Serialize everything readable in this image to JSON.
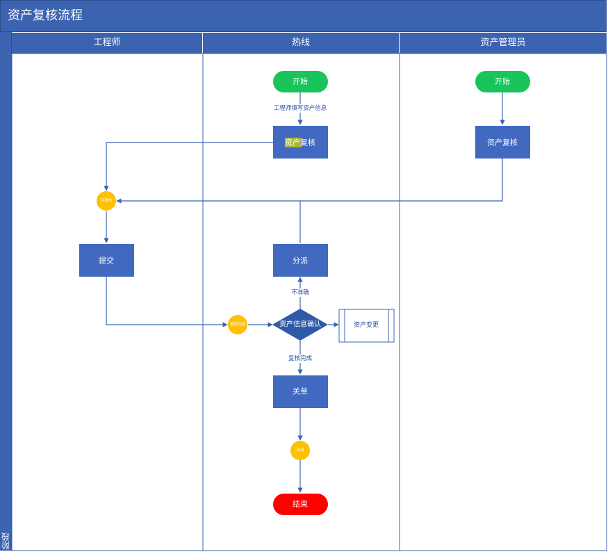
{
  "title": "资产复核流程",
  "stage_label": "阶段",
  "lanes": [
    "工程师",
    "热线",
    "资产管理员"
  ],
  "colors": {
    "header": "#3b63b0",
    "process": "#4169c0",
    "start": "#19c45a",
    "end": "#ff0000",
    "connector": "#ffc000",
    "line": "#3b63b0"
  },
  "nodes": {
    "hotline_start": "开始",
    "hotline_review": "资产复核",
    "admin_start": "开始",
    "admin_review": "资产复核",
    "pending_review": "待复核",
    "submit": "提交",
    "dispatch": "分派",
    "confirm": "资产信息确认",
    "review_done_point": "复核完成",
    "asset_change": "资产变更",
    "close_ticket": "关单",
    "closed_point": "关闭",
    "end": "结束"
  },
  "edge_labels": {
    "fill_info": "工程师填写资产信息",
    "inaccurate": "不准确",
    "review_complete": "复核完成"
  }
}
